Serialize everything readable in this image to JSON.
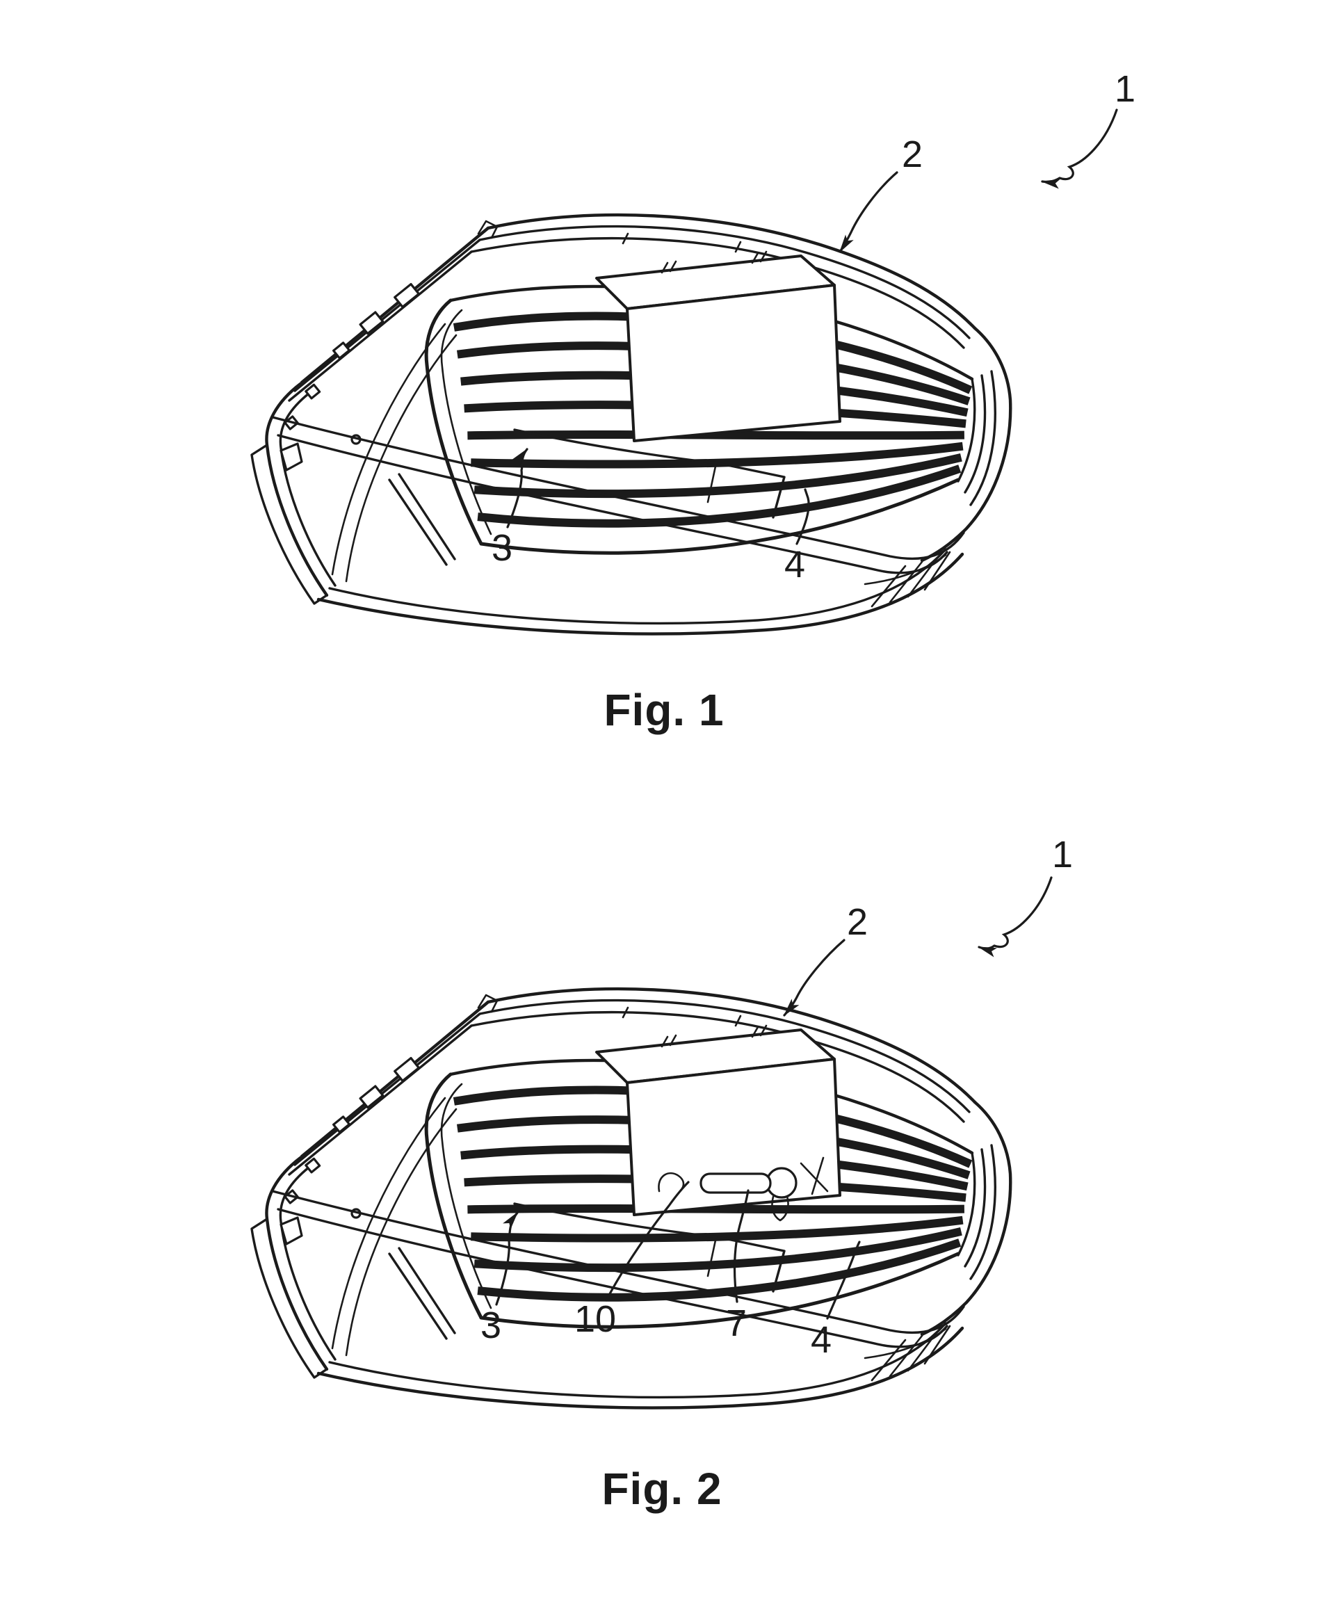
{
  "page": {
    "background": "#ffffff",
    "ink": "#1b1b1b",
    "kind": "patent-drawing-sheet"
  },
  "figures": [
    {
      "caption": "Fig. 1",
      "refs": [
        {
          "text": "1"
        },
        {
          "text": "2"
        },
        {
          "text": "3"
        },
        {
          "text": "4"
        }
      ]
    },
    {
      "caption": "Fig. 2",
      "refs": [
        {
          "text": "1"
        },
        {
          "text": "2"
        },
        {
          "text": "3"
        },
        {
          "text": "10"
        },
        {
          "text": "7"
        },
        {
          "text": "4"
        }
      ]
    }
  ]
}
